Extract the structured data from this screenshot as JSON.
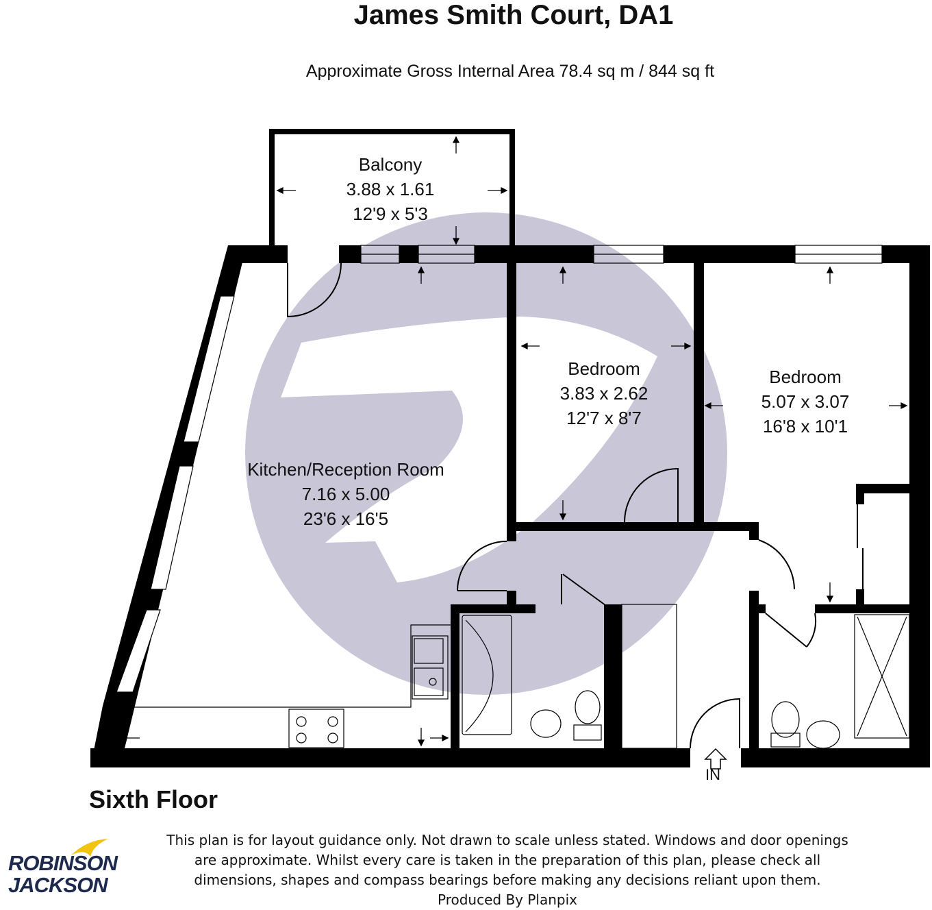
{
  "title": "James Smith Court, DA1",
  "subtitle": "Approximate Gross Internal Area 78.4 sq m / 844 sq ft",
  "floor_label": "Sixth Floor",
  "entrance_label": "IN",
  "rooms": {
    "balcony": {
      "name": "Balcony",
      "metric": "3.88 x 1.61",
      "imperial": "12'9 x 5'3"
    },
    "bedroom_1": {
      "name": "Bedroom",
      "metric": "3.83 x 2.62",
      "imperial": "12'7 x 8'7"
    },
    "bedroom_2": {
      "name": "Bedroom",
      "metric": "5.07 x 3.07",
      "imperial": "16'8 x 10'1"
    },
    "kitchen": {
      "name": "Kitchen/Reception Room",
      "metric": "7.16 x 5.00",
      "imperial": "23'6 x 16'5"
    }
  },
  "disclaimer": {
    "line1": "This plan is for layout guidance only. Not drawn to scale unless stated. Windows and door openings",
    "line2": "are approximate. Whilst every care is taken in the preparation of this plan, please check all",
    "line3": "dimensions, shapes and compass bearings before making any decisions reliant upon them.",
    "line4": "Produced By Planpix"
  },
  "logo": {
    "line1": "ROBINSON",
    "line2": "JACKSON"
  },
  "colors": {
    "wall": "#000000",
    "watermark": "#c6c3d6",
    "logo_text": "#1d2a4d",
    "logo_accent": "#f2c40f"
  }
}
